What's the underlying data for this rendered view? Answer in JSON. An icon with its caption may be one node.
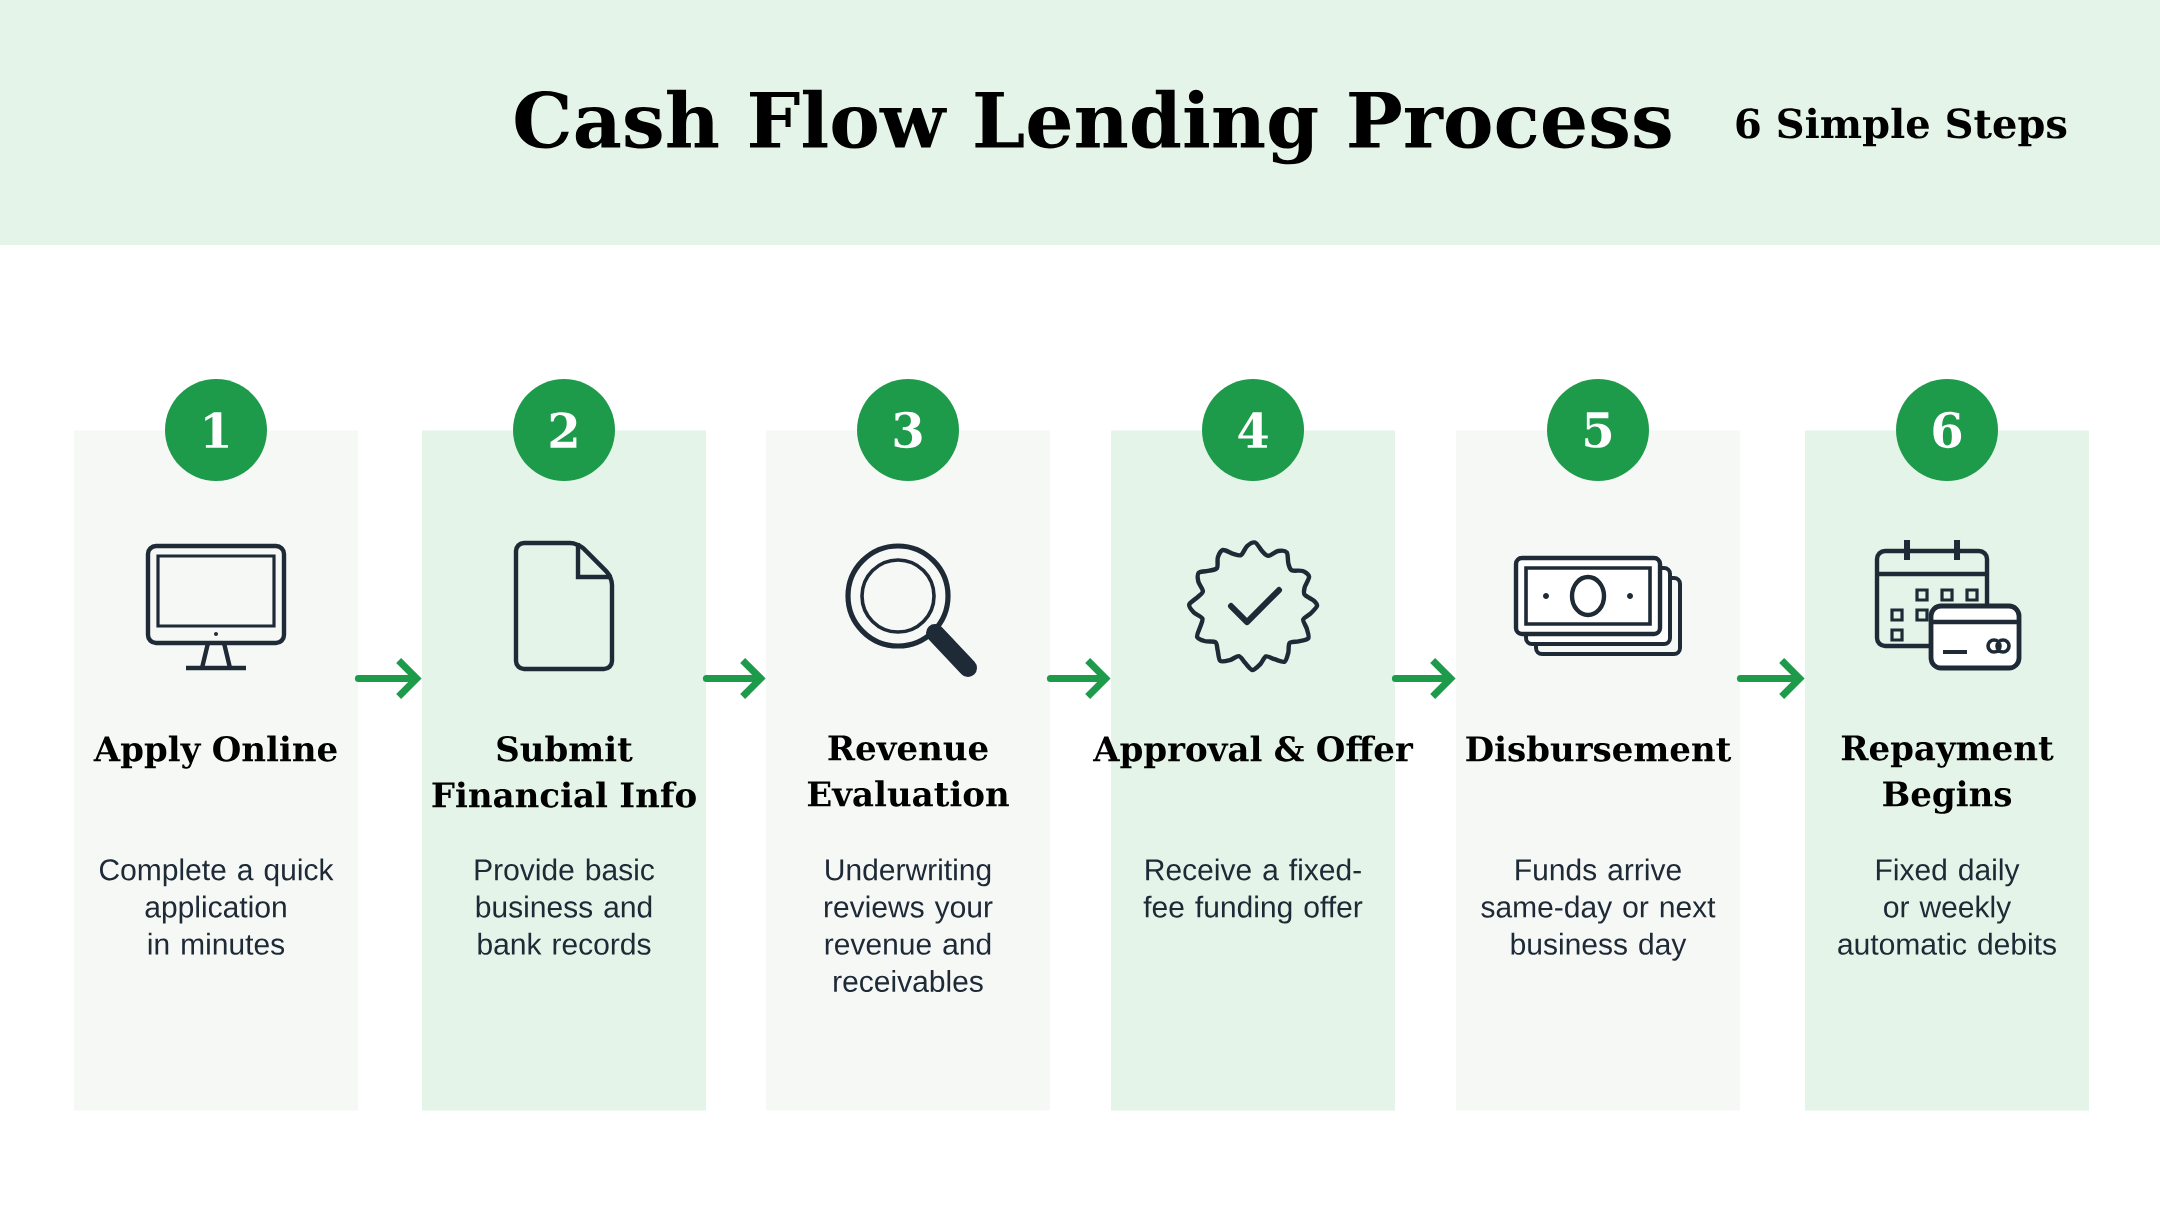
{
  "diagram": {
    "title": "Cash Flow Lending Process",
    "nodes": [
      {
        "text": [
          "1",
          "Apply Online",
          "Complete a quick application in minutes"
        ]
      },
      {
        "text": [
          "2",
          "Submit Financial Info",
          "Provide basic business and bank records"
        ]
      },
      {
        "text": [
          "3",
          "Revenue Evaluation",
          "Underwriting reviews your revenue and receivables"
        ]
      },
      {
        "text": [
          "4",
          "Approval & Offer",
          "Receive a fixed-fee funding offer"
        ]
      },
      {
        "text": [
          "5",
          "Disbursement",
          "Funds arrive same-day or next business day"
        ]
      },
      {
        "text": [
          "6",
          "Repayment Begins",
          "Fixed daily or weekly automatic debits"
        ]
      }
    ],
    "edges": [
      {
        "from": 0,
        "to": 1,
        "arrow": "to"
      },
      {
        "from": 1,
        "to": 2,
        "arrow": "to"
      },
      {
        "from": 2,
        "to": 3,
        "arrow": "to"
      },
      {
        "from": 3,
        "to": 4,
        "arrow": "to"
      },
      {
        "from": 4,
        "to": 5,
        "arrow": "to"
      }
    ],
    "labels": [
      "6 Simple Steps"
    ]
  }
}
